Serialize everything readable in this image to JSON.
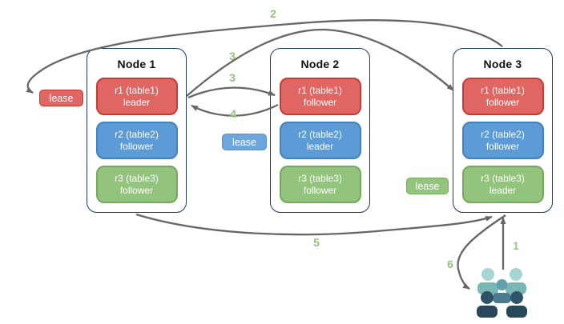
{
  "nodes": [
    {
      "title": "Node 1",
      "replicas": [
        {
          "name": "r1 (table1)",
          "role": "leader",
          "color": "#E06663"
        },
        {
          "name": "r2 (table2)",
          "role": "follower",
          "color": "#5C9BD6"
        },
        {
          "name": "r3 (table3)",
          "role": "follower",
          "color": "#93C47D"
        }
      ]
    },
    {
      "title": "Node 2",
      "replicas": [
        {
          "name": "r1 (table1)",
          "role": "follower",
          "color": "#E06663"
        },
        {
          "name": "r2 (table2)",
          "role": "leader",
          "color": "#5C9BD6"
        },
        {
          "name": "r3 (table3)",
          "role": "follower",
          "color": "#93C47D"
        }
      ]
    },
    {
      "title": "Node 3",
      "replicas": [
        {
          "name": "r1 (table1)",
          "role": "follower",
          "color": "#E06663"
        },
        {
          "name": "r2 (table2)",
          "role": "follower",
          "color": "#5C9BD6"
        },
        {
          "name": "r3 (table3)",
          "role": "leader",
          "color": "#93C47D"
        }
      ]
    }
  ],
  "leases": [
    {
      "label": "lease",
      "color": "#E06663"
    },
    {
      "label": "lease",
      "color": "#6CA6DE"
    },
    {
      "label": "lease",
      "color": "#93C47D"
    }
  ],
  "arrows": [
    {
      "id": "arrow-2-node3-to-lease1",
      "label": "2"
    },
    {
      "id": "arrow-3-node1r1-to-node3r1",
      "label": "3"
    },
    {
      "id": "arrow-3-node1r1-to-node2r1",
      "label": "3"
    },
    {
      "id": "arrow-4-node2r1-to-node1r1",
      "label": "4"
    },
    {
      "id": "arrow-5-node1-to-node3",
      "label": "5"
    },
    {
      "id": "arrow-1-users-to-node3",
      "label": "1"
    },
    {
      "id": "arrow-6-node3-to-users",
      "label": "6"
    }
  ],
  "icons": {
    "users": "users-group-icon"
  },
  "colors": {
    "node_border": "#1F3864",
    "arrow": "#666666",
    "number_label": "#93C47D",
    "red": "#E06663",
    "red_border": "#C53B36",
    "blue": "#5C9BD6",
    "blue_border": "#4380BE",
    "green": "#93C47D",
    "green_border": "#74A95B",
    "users_light_head": "#A7D5D4",
    "users_light_body": "#79B7B6",
    "users_mid_head": "#63A0AD",
    "users_mid_body": "#4A7A8C",
    "users_dark_head": "#2E5366",
    "users_dark_body": "#28485A"
  }
}
